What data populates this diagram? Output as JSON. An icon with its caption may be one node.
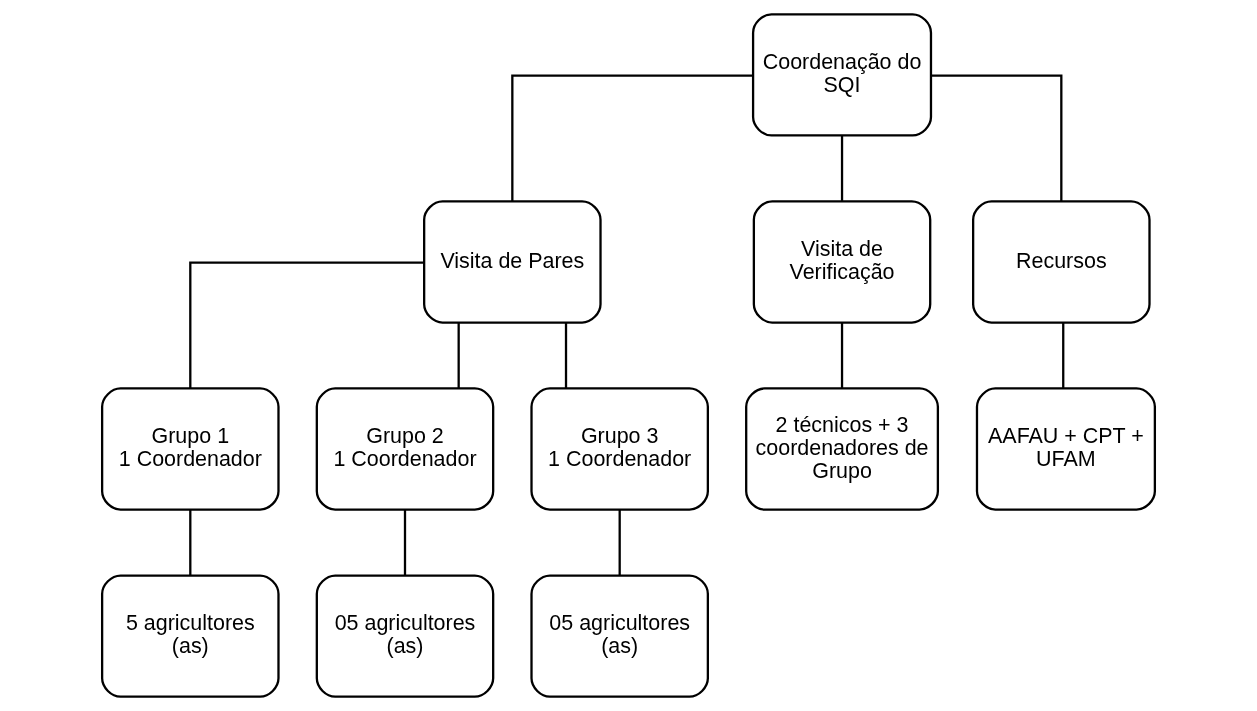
{
  "diagram": {
    "nodes": [
      {
        "text": [
          "Coordenação do SQI"
        ]
      },
      {
        "text": [
          "Visita de Pares"
        ]
      },
      {
        "text": [
          "Visita de Verificação"
        ]
      },
      {
        "text": [
          "Recursos"
        ]
      },
      {
        "text": [
          "Grupo 1",
          "1 Coordenador"
        ]
      },
      {
        "text": [
          "Grupo 2",
          "1 Coordenador"
        ]
      },
      {
        "text": [
          "Grupo 3",
          "1 Coordenador"
        ]
      },
      {
        "text": [
          "2 técnicos + 3 coordenadores de Grupo"
        ]
      },
      {
        "text": [
          "AAFAU + CPT + UFAM"
        ]
      },
      {
        "text": [
          "5 agricultores (as)"
        ]
      },
      {
        "text": [
          "05 agricultores (as)"
        ]
      },
      {
        "text": [
          "05 agricultores (as)"
        ]
      }
    ],
    "edges": [
      {
        "from": 0,
        "to": 1,
        "arrow": "none"
      },
      {
        "from": 0,
        "to": 2,
        "arrow": "none"
      },
      {
        "from": 0,
        "to": 3,
        "arrow": "none"
      },
      {
        "from": 1,
        "to": 4,
        "arrow": "none"
      },
      {
        "from": 1,
        "to": 5,
        "arrow": "none"
      },
      {
        "from": 1,
        "to": 6,
        "arrow": "none"
      },
      {
        "from": 2,
        "to": 7,
        "arrow": "none"
      },
      {
        "from": 3,
        "to": 8,
        "arrow": "none"
      },
      {
        "from": 4,
        "to": 9,
        "arrow": "none"
      },
      {
        "from": 5,
        "to": 10,
        "arrow": "none"
      },
      {
        "from": 6,
        "to": 11,
        "arrow": "none"
      }
    ]
  }
}
